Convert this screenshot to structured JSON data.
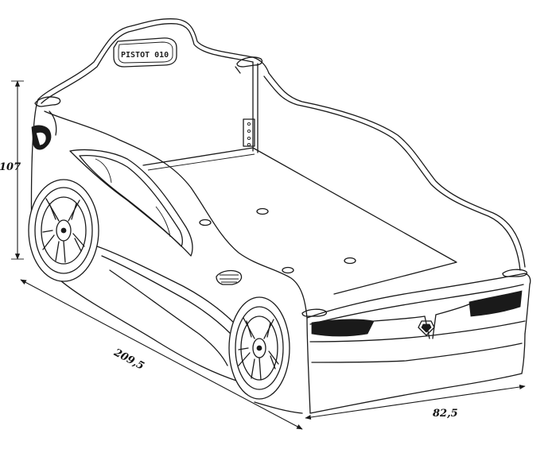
{
  "drawing": {
    "subject": "car-shaped bed",
    "plate_text": "PISTOT 010",
    "line_color": "#1a1a1a",
    "background_color": "#ffffff"
  },
  "dimensions": {
    "height": "107",
    "length": "209,5",
    "width": "82,5"
  }
}
